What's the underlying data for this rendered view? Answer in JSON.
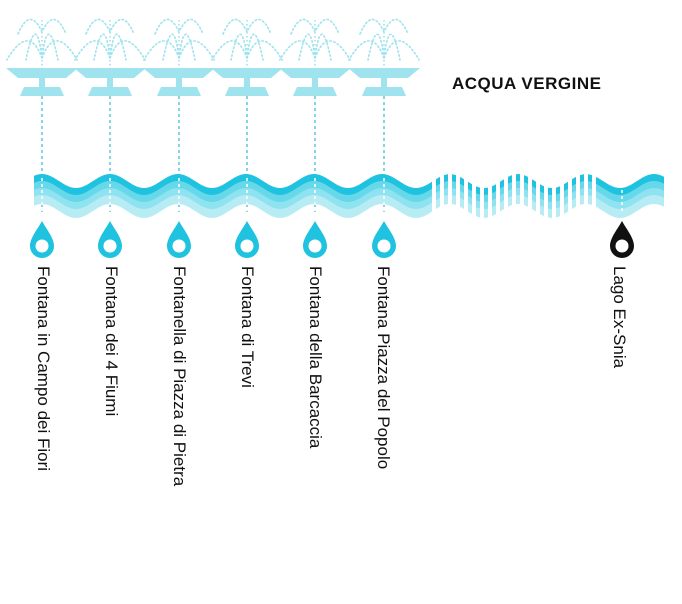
{
  "title": "ACQUA VERGINE",
  "colors": {
    "water_light": "#b7ecf4",
    "water_mid": "#67d8ea",
    "water_dark": "#1fc3e0",
    "fountain": "#9fe3ef",
    "stem": "#5cc9dd",
    "text": "#111111",
    "lake_drop": "#111111"
  },
  "icons": [
    "fountain-icon",
    "water-drop-icon",
    "lake-drop-icon",
    "aqueduct-wave-icon"
  ],
  "fountains": [
    {
      "label": "Fontana in Campo dei Fiori"
    },
    {
      "label": "Fontana dei 4 Fiumi"
    },
    {
      "label": "Fontanella di Piazza di Pietra"
    },
    {
      "label": "Fontana di Trevi"
    },
    {
      "label": "Fontana della Barcaccia"
    },
    {
      "label": "Fontana Piazza del Popolo"
    }
  ],
  "lake": {
    "label": "Lago Ex-Snia"
  }
}
